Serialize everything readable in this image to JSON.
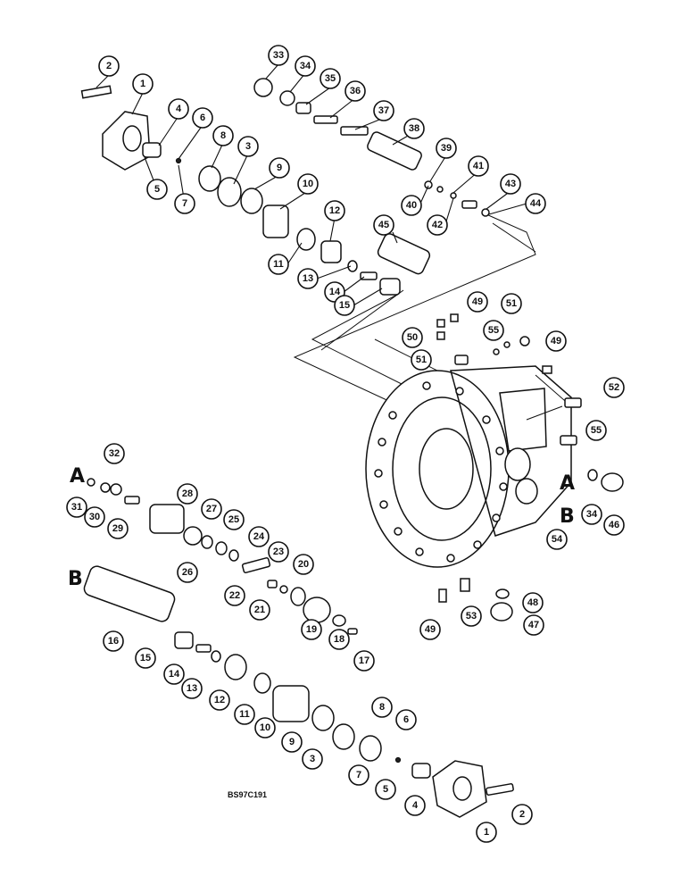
{
  "diagram": {
    "drawing_code": "BS97C191",
    "section_letters": [
      "A",
      "B"
    ],
    "callouts": [
      "1",
      "2",
      "3",
      "4",
      "5",
      "6",
      "7",
      "8",
      "9",
      "10",
      "11",
      "12",
      "13",
      "14",
      "15",
      "16",
      "17",
      "18",
      "19",
      "20",
      "21",
      "22",
      "23",
      "24",
      "25",
      "26",
      "27",
      "28",
      "29",
      "30",
      "31",
      "32",
      "33",
      "34",
      "35",
      "36",
      "37",
      "38",
      "39",
      "40",
      "41",
      "42",
      "43",
      "44",
      "45",
      "46",
      "47",
      "48",
      "49",
      "50",
      "51",
      "52",
      "53",
      "54",
      "55"
    ]
  }
}
